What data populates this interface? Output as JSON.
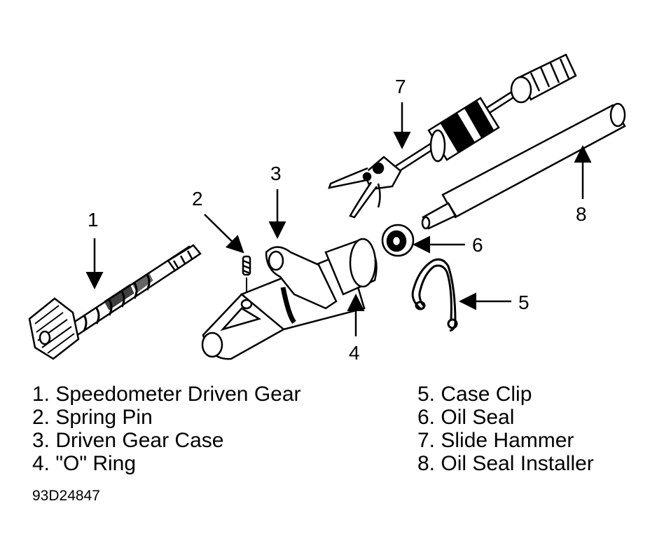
{
  "callouts": {
    "c1": "1",
    "c2": "2",
    "c3": "3",
    "c4": "4",
    "c5": "5",
    "c6": "6",
    "c7": "7",
    "c8": "8"
  },
  "legend": {
    "left": [
      "1. Speedometer Driven Gear",
      "2. Spring Pin",
      "3. Driven Gear Case",
      "4. \"O\" Ring"
    ],
    "right": [
      "5. Case Clip",
      "6. Oil Seal",
      "7. Slide Hammer",
      "8. Oil Seal Installer"
    ]
  },
  "figure_code": "93D24847"
}
